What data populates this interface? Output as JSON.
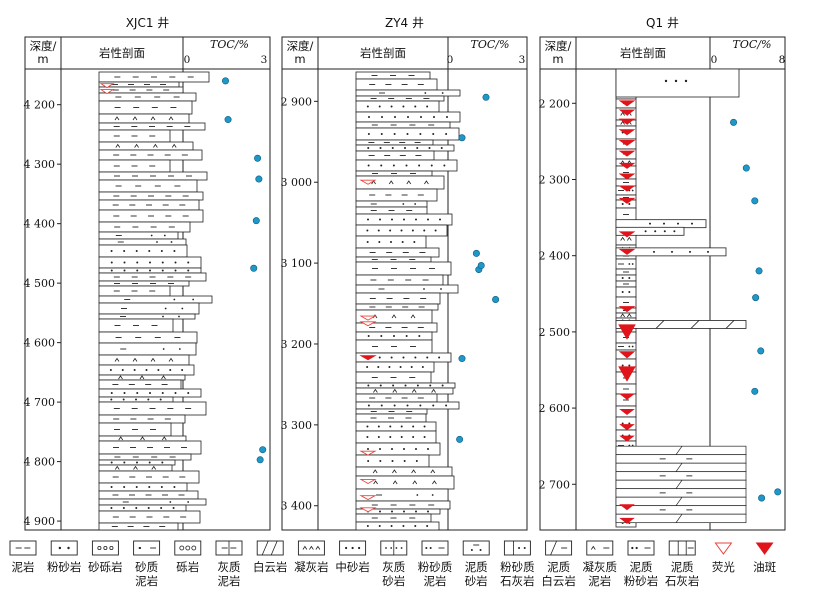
{
  "wells": [
    {
      "name": "XJC1 井",
      "depth_header": "深度/\nm",
      "section_header": "岩性剖面",
      "toc_header": "TOC/%",
      "toc_ticks": [
        "0",
        "1.5",
        "3"
      ],
      "toc_max": 3,
      "depth_min": 4140,
      "depth_max": 4915,
      "depth_ticks": [
        4200,
        4300,
        4400,
        4500,
        4600,
        4700,
        4800,
        4900
      ],
      "depth_tick_labels": [
        "4 200",
        "4 300",
        "4 400",
        "4 500",
        "4 600",
        "4 700",
        "4 800",
        "4 900"
      ],
      "toc_points": [
        [
          4160,
          1.5
        ],
        [
          4225,
          1.6
        ],
        [
          4290,
          2.75
        ],
        [
          4325,
          2.8
        ],
        [
          4395,
          2.7
        ],
        [
          4475,
          2.6
        ],
        [
          4780,
          2.95
        ],
        [
          4797,
          2.85
        ]
      ]
    },
    {
      "name": "ZY4 井",
      "depth_header": "深度/\nm",
      "section_header": "岩性剖面",
      "toc_header": "TOC/%",
      "toc_ticks": [
        "0",
        "1.5",
        "3"
      ],
      "toc_max": 3,
      "depth_min": 2860,
      "depth_max": 3430,
      "depth_ticks": [
        2900,
        3000,
        3100,
        3200,
        3300,
        3400
      ],
      "depth_tick_labels": [
        "2 900",
        "3 000",
        "3 100",
        "3 200",
        "3 300",
        "3 400"
      ],
      "toc_points": [
        [
          2895,
          1.5
        ],
        [
          2945,
          0.5
        ],
        [
          3088,
          1.1
        ],
        [
          3108,
          1.2
        ],
        [
          3103,
          1.3
        ],
        [
          3145,
          1.9
        ],
        [
          3218,
          0.5
        ],
        [
          3318,
          0.4
        ]
      ]
    },
    {
      "name": "Q1 井",
      "depth_header": "深度/\nm",
      "section_header": "岩性剖面",
      "toc_header": "TOC/%",
      "toc_ticks": [
        "0",
        "4",
        "8"
      ],
      "toc_max": 8,
      "depth_min": 2155,
      "depth_max": 2760,
      "depth_ticks": [
        2200,
        2300,
        2400,
        2500,
        2600,
        2700
      ],
      "depth_tick_labels": [
        "2 200",
        "2 300",
        "2 400",
        "2 500",
        "2 600",
        "2 700"
      ],
      "toc_points": [
        [
          2225,
          2.3
        ],
        [
          2285,
          3.8
        ],
        [
          2328,
          4.8
        ],
        [
          2420,
          5.3
        ],
        [
          2455,
          4.9
        ],
        [
          2525,
          5.5
        ],
        [
          2578,
          4.8
        ],
        [
          2710,
          7.5
        ],
        [
          2718,
          5.6
        ]
      ]
    }
  ],
  "legend": [
    {
      "label": "泥岩",
      "pattern": "dash"
    },
    {
      "label": "粉砂岩",
      "pattern": "dots2"
    },
    {
      "label": "砂砾岩",
      "pattern": "circdots"
    },
    {
      "label": "砂质\n泥岩",
      "pattern": "dotdash"
    },
    {
      "label": "砾岩",
      "pattern": "circles"
    },
    {
      "label": "灰质\n泥岩",
      "pattern": "limedash"
    },
    {
      "label": "白云岩",
      "pattern": "dolomite"
    },
    {
      "label": "凝灰岩",
      "pattern": "tuff"
    },
    {
      "label": "中砂岩",
      "pattern": "sanddots"
    },
    {
      "label": "灰质\n砂岩",
      "pattern": "limesand"
    },
    {
      "label": "粉砂质\n泥岩",
      "pattern": "siltmud"
    },
    {
      "label": "泥质\n砂岩",
      "pattern": "mudsand"
    },
    {
      "label": "粉砂质\n石灰岩",
      "pattern": "siltlime"
    },
    {
      "label": "泥质\n白云岩",
      "pattern": "muddolo"
    },
    {
      "label": "凝灰质\n泥岩",
      "pattern": "tuffmud"
    },
    {
      "label": "泥质\n粉砂岩",
      "pattern": "mudsilt"
    },
    {
      "label": "泥质\n石灰岩",
      "pattern": "mudlime"
    },
    {
      "label": "荧光",
      "pattern": "fluor"
    },
    {
      "label": "油斑",
      "pattern": "oil"
    }
  ],
  "colors": {
    "toc_point_fill": "#1f97c8",
    "toc_point_stroke": "#0b5f82",
    "fluorescence": "#e8463c",
    "oil_stain": "#e0151b",
    "frame": "#222222"
  }
}
